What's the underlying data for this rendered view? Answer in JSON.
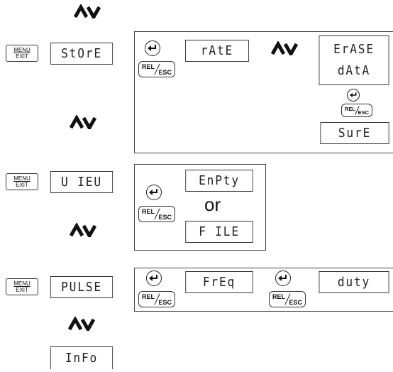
{
  "keys": {
    "menu_top": "MENU",
    "menu_bottom": "EXIT",
    "rel": "REL",
    "esc": "ESC"
  },
  "icons": {
    "enter": "enter-return-icon",
    "updown": "up-down-arrows-icon"
  },
  "menu_items": {
    "store": "StOrE",
    "view": "U IEU",
    "pulse": "PULSE",
    "info": "InFo"
  },
  "store_panel": {
    "rate": "rAtE",
    "erase_line1": "ErASE",
    "erase_line2": "dAtA",
    "sure": "SurE"
  },
  "view_panel": {
    "empty": "EnPty",
    "or": "or",
    "file": "F ILE"
  },
  "pulse_panel": {
    "freq": "FrEq",
    "duty": "duty"
  }
}
